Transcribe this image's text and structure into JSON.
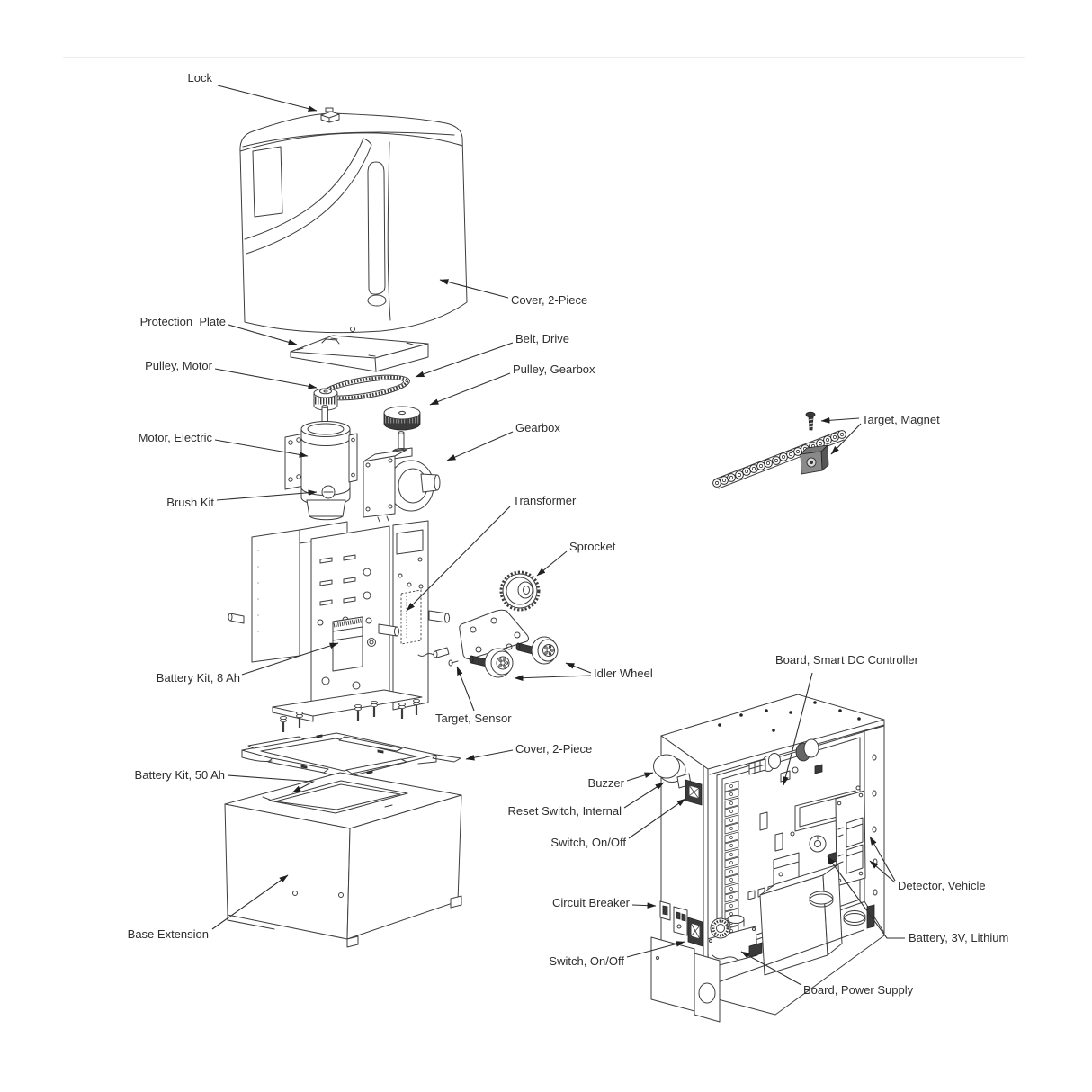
{
  "page": {
    "background": "#ffffff",
    "divider_color": "#ececec",
    "line_color": "#3d3d3d",
    "text_color": "#2e2e2e"
  },
  "diagram": {
    "type": "exploded-parts-diagram",
    "subject": "Gate operator exploded view with labeled replacement parts"
  },
  "labels": {
    "lock": {
      "text": "Lock"
    },
    "cover_top": {
      "text": "Cover, 2-Piece"
    },
    "protection_plate": {
      "text": "Protection  Plate"
    },
    "belt_drive": {
      "text": "Belt, Drive"
    },
    "pulley_motor": {
      "text": "Pulley, Motor"
    },
    "pulley_gearbox": {
      "text": "Pulley, Gearbox"
    },
    "motor_electric": {
      "text": "Motor, Electric"
    },
    "gearbox": {
      "text": "Gearbox"
    },
    "brush_kit": {
      "text": "Brush Kit"
    },
    "transformer": {
      "text": "Transformer"
    },
    "sprocket": {
      "text": "Sprocket"
    },
    "target_magnet": {
      "text": "Target, Magnet"
    },
    "battery_kit_8ah": {
      "text": "Battery Kit, 8 Ah"
    },
    "idler_wheel": {
      "text": "Idler Wheel"
    },
    "target_sensor": {
      "text": "Target, Sensor"
    },
    "cover_bottom": {
      "text": "Cover, 2-Piece"
    },
    "battery_kit_50ah": {
      "text": "Battery Kit, 50 Ah"
    },
    "base_extension": {
      "text": "Base Extension"
    },
    "board_smart_dc": {
      "text": "Board, Smart DC Controller"
    },
    "buzzer": {
      "text": "Buzzer"
    },
    "reset_switch": {
      "text": "Reset Switch, Internal"
    },
    "switch_on_off_upper": {
      "text": "Switch, On/Off"
    },
    "circuit_breaker": {
      "text": "Circuit Breaker"
    },
    "detector_vehicle": {
      "text": "Detector, Vehicle"
    },
    "battery_3v": {
      "text": "Battery, 3V, Lithium"
    },
    "switch_on_off_lower": {
      "text": "Switch, On/Off"
    },
    "board_power_supply": {
      "text": "Board, Power Supply"
    }
  }
}
